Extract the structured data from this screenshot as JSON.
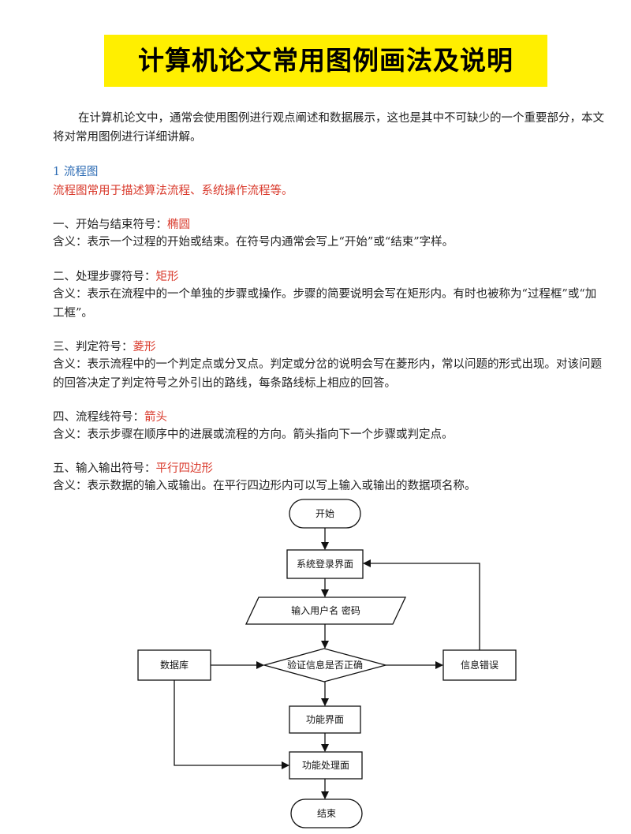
{
  "title": "计算机论文常用图例画法及说明",
  "intro": "在计算机论文中，通常会使用图例进行观点阐述和数据展示，这也是其中不可缺少的一个重要部分，本文将对常用图例进行详细讲解。",
  "section": {
    "heading": "1 流程图",
    "subtitle": "流程图常用于描述算法流程、系统操作流程等。"
  },
  "symbols": [
    {
      "label": "一、开始与结束符号：",
      "shape": "椭圆",
      "meaning": "含义：表示一个过程的开始或结束。在符号内通常会写上“开始”或“结束”字样。"
    },
    {
      "label": "二、处理步骤符号：",
      "shape": "矩形",
      "meaning": "含义：表示在流程中的一个单独的步骤或操作。步骤的简要说明会写在矩形内。有时也被称为“过程框”或“加工框”。"
    },
    {
      "label": "三、判定符号：",
      "shape": "菱形",
      "meaning": "含义：表示流程中的一个判定点或分叉点。判定或分岔的说明会写在菱形内，常以问题的形式出现。对该问题的回答决定了判定符号之外引出的路线，每条路线标上相应的回答。"
    },
    {
      "label": "四、流程线符号：",
      "shape": "箭头",
      "meaning": "含义：表示步骤在顺序中的进展或流程的方向。箭头指向下一个步骤或判定点。"
    },
    {
      "label": "五、输入输出符号：",
      "shape": "平行四边形",
      "meaning": "含义：表示数据的输入或输出。在平行四边形内可以写上输入或输出的数据项名称。"
    }
  ],
  "flowchart": {
    "start": "开始",
    "login": "系统登录界面",
    "input": "输入用户名 密码",
    "verify": "验证信息是否正确",
    "database": "数据库",
    "error": "信息错误",
    "function_ui": "功能界面",
    "function_proc": "功能处理面",
    "end": "结束"
  }
}
